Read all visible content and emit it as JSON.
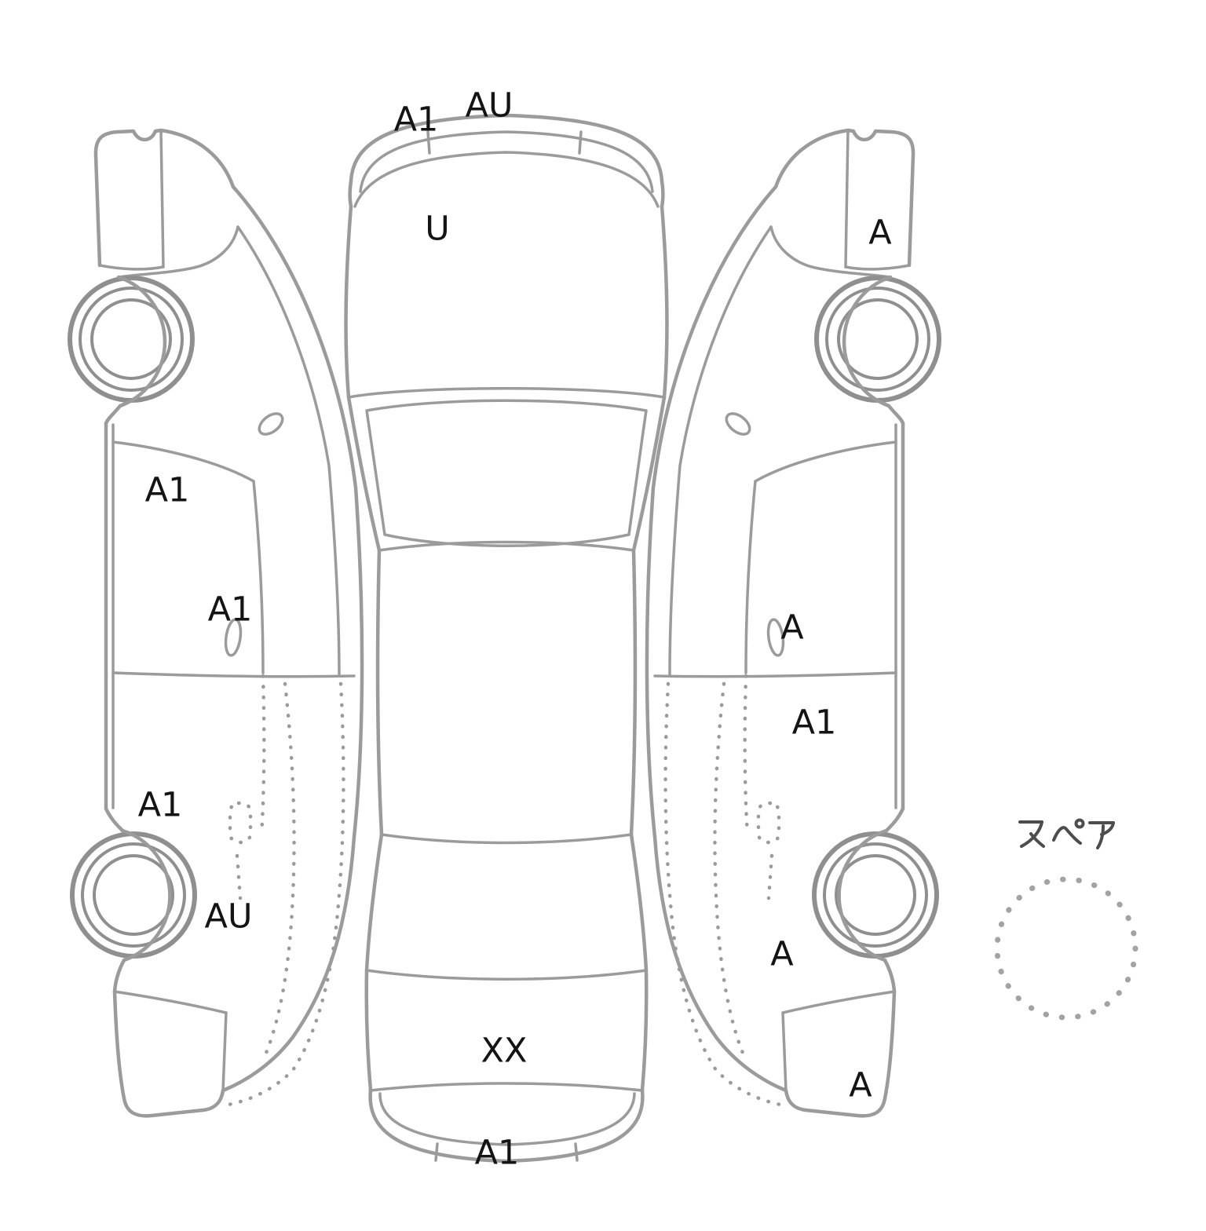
{
  "colors": {
    "outline": "#9b9b9b",
    "code_text": "#141414",
    "spare_text": "#4d4d4d",
    "background": "#ffffff"
  },
  "codes": {
    "front_pillar_left": "A1",
    "front_roof_edge": "AU",
    "hood": "U",
    "right_front_fender": "A",
    "left_front_door_upper": "A1",
    "left_front_door_handle": "A1",
    "right_front_door_handle": "A",
    "right_rear_door": "A1",
    "left_rear_quarter": "A1",
    "left_rear_wheel_arch": "AU",
    "right_rear_quarter": "A",
    "rear_bumper_center": "XX",
    "right_rear_bumper": "A",
    "rear_bumper_lower": "A1"
  },
  "spare": {
    "label": "スペア"
  }
}
